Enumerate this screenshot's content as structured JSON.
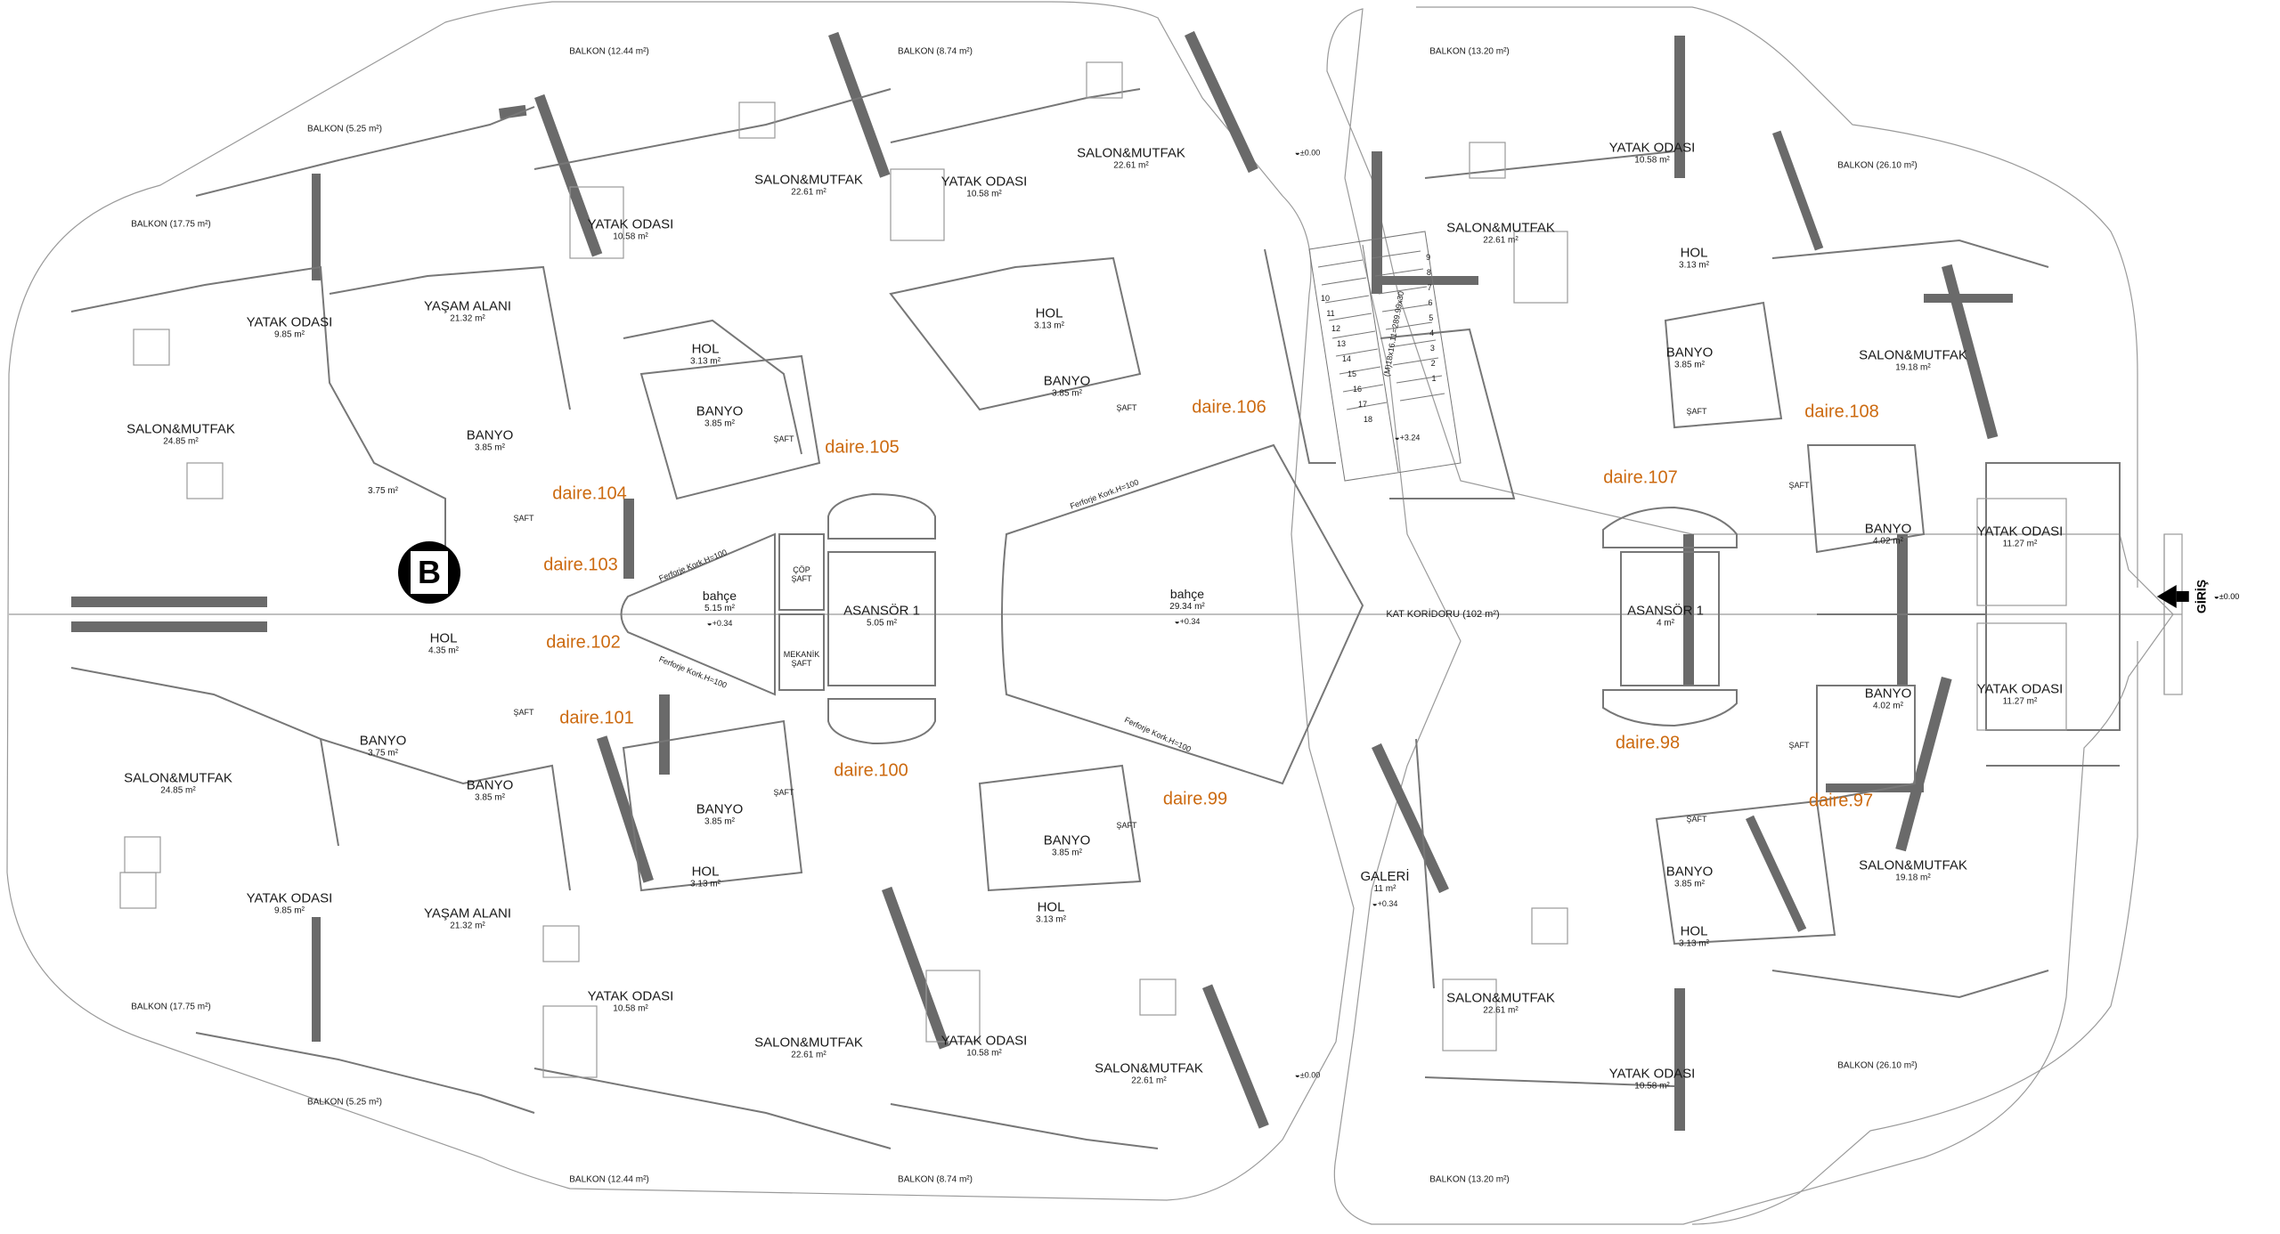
{
  "rooms": {
    "yatak_odasi": "YATAK ODASI",
    "salon_mutfak": "SALON&MUTFAK",
    "yasam_alani": "YAŞAM ALANI",
    "banyo": "BANYO",
    "hol": "HOL",
    "galeri": "GALERİ",
    "bahce": "bahçe",
    "asansor": "ASANSÖR 1",
    "kat_koridoru": "KAT KORİDORU (102 m²)"
  },
  "areas": {
    "a9_85": "9.85 m²",
    "a21_32": "21.32 m²",
    "a24_85": "24.85 m²",
    "a3_85": "3.85 m²",
    "a3_75": "3.75 m²",
    "a10_58": "10.58 m²",
    "a22_61": "22.61 m²",
    "a3_13": "3.13 m²",
    "a19_18": "19.18 m²",
    "a4_02": "4.02 m²",
    "a11_27": "11.27 m²",
    "a4_35": "4.35 m²",
    "a5_15": "5.15 m²",
    "a5_05": "5.05 m²",
    "a29_34": "29.34 m²",
    "a4": "4 m²",
    "a11": "11 m²"
  },
  "balconies": {
    "b5_25": "BALKON (5.25 m²)",
    "b17_75": "BALKON (17.75 m²)",
    "b12_44": "BALKON (12.44 m²)",
    "b8_74": "BALKON (8.74 m²)",
    "b13_20": "BALKON (13.20 m²)",
    "b26_10": "BALKON (26.10 m²)"
  },
  "units": {
    "d97": "daire.97",
    "d98": "daire.98",
    "d99": "daire.99",
    "d100": "daire.100",
    "d101": "daire.101",
    "d102": "daire.102",
    "d103": "daire.103",
    "d104": "daire.104",
    "d105": "daire.105",
    "d106": "daire.106",
    "d107": "daire.107",
    "d108": "daire.108"
  },
  "shafts": {
    "saft": "ŞAFT",
    "cop": "ÇÖP",
    "mekanik": "MEKANİK"
  },
  "levels": {
    "l0": "±0.00",
    "l034": "+0.34",
    "l324": "+3.24"
  },
  "misc": {
    "ferforje": "Ferforje Kork.H=100",
    "stair_note": "(M)18x16.11=289.99x30",
    "entrance": "GİRİŞ",
    "block": "B"
  },
  "stairs": [
    "1",
    "2",
    "3",
    "4",
    "5",
    "6",
    "7",
    "8",
    "9",
    "10",
    "11",
    "12",
    "13",
    "14",
    "15",
    "16",
    "17",
    "18"
  ],
  "colors": {
    "unit_label": "#cc6a10",
    "wall": "#555555",
    "line": "#9a9a9a"
  }
}
